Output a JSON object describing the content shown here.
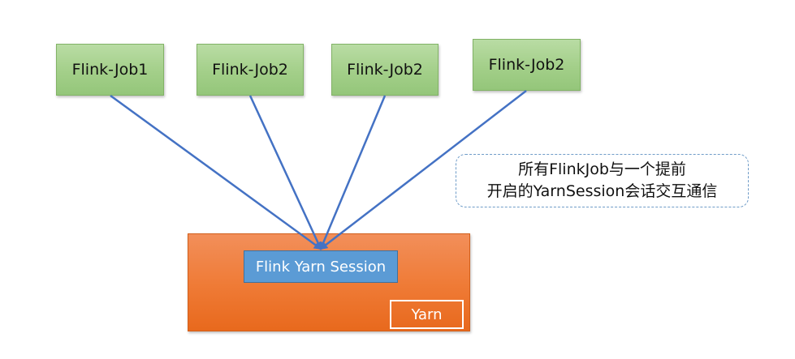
{
  "jobs": [
    {
      "label": "Flink-Job1"
    },
    {
      "label": "Flink-Job2"
    },
    {
      "label": "Flink-Job2"
    },
    {
      "label": "Flink-Job2"
    }
  ],
  "note": {
    "line1": "所有FlinkJob与一个提前",
    "line2": "开启的YarnSession会话交互通信"
  },
  "cluster": {
    "session_label": "Flink Yarn Session",
    "yarn_label": "Yarn"
  },
  "colors": {
    "job_fill": "#a3cf89",
    "job_border": "#82b366",
    "connector": "#4472c4",
    "cluster_fill": "#ef7a35",
    "session_fill": "#5b9bd5",
    "note_border": "#6f9cc8"
  }
}
